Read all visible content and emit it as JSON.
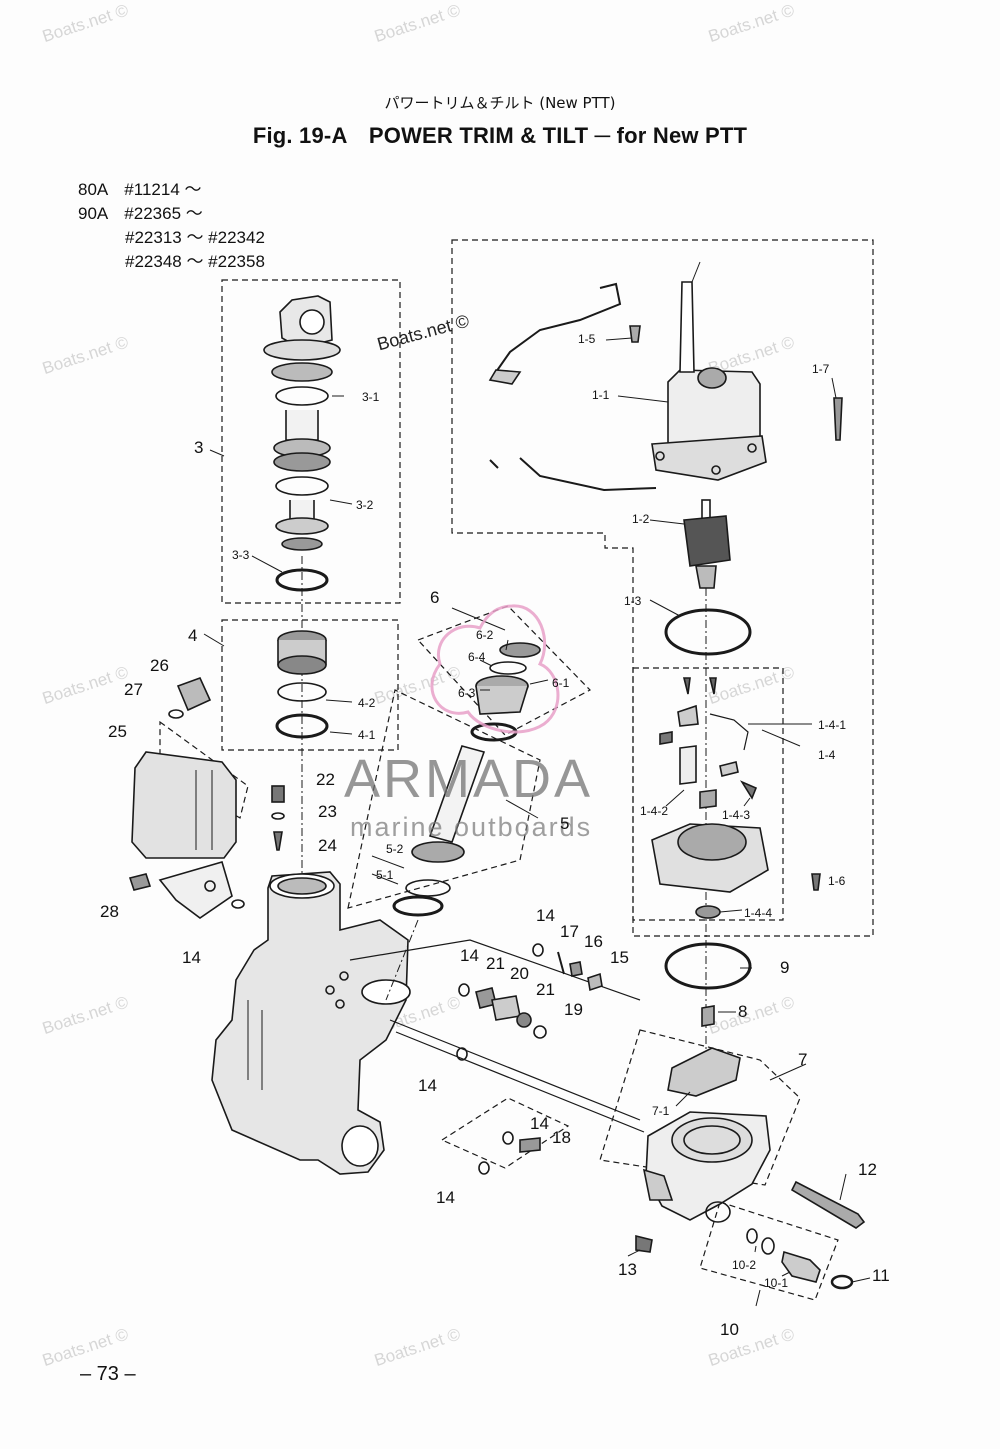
{
  "header": {
    "jp_title": "パワートリム＆チルト (New PTT)",
    "title": "Fig. 19-A　POWER TRIM & TILT ─ for New PTT"
  },
  "serials": [
    "80A　#11214 ～",
    "90A　#22365 ～",
    "#22313 ～ #22342",
    "#22348 ～ #22358"
  ],
  "labels": {
    "l3": "3",
    "l3_1": "3-1",
    "l3_2": "3-2",
    "l3_3": "3-3",
    "l4": "4",
    "l4_1": "4-1",
    "l4_2": "4-2",
    "l5": "5",
    "l5_1": "5-1",
    "l5_2": "5-2",
    "l6": "6",
    "l6_1": "6-1",
    "l6_2": "6-2",
    "l6_3": "6-3",
    "l6_4": "6-4",
    "l1_1": "1-1",
    "l1_2": "1-2",
    "l1_3": "1-3",
    "l1_4": "1-4",
    "l1_4_1": "1-4-1",
    "l1_4_2": "1-4-2",
    "l1_4_3": "1-4-3",
    "l1_4_4": "1-4-4",
    "l1_5": "1-5",
    "l1_6": "1-6",
    "l1_7": "1-7",
    "l7": "7",
    "l7_1": "7-1",
    "l8": "8",
    "l9": "9",
    "l10": "10",
    "l10_1": "10-1",
    "l10_2": "10-2",
    "l11": "11",
    "l12": "12",
    "l13": "13",
    "l14a": "14",
    "l14b": "14",
    "l14c": "14",
    "l14d": "14",
    "l14e": "14",
    "l14f": "14",
    "l15": "15",
    "l16": "16",
    "l17": "17",
    "l18": "18",
    "l19": "19",
    "l20": "20",
    "l21a": "21",
    "l21b": "21",
    "l22": "22",
    "l23": "23",
    "l24": "24",
    "l25": "25",
    "l26": "26",
    "l27": "27",
    "l28": "28"
  },
  "watermark": {
    "boats": "Boats.net ©",
    "brand": "ARMADA",
    "brand_sub": "marine outboards"
  },
  "footer": {
    "page_number": "– 73 –"
  },
  "colors": {
    "ink": "#1a1a1a",
    "watermark_gray": "#d6d6d6",
    "brand_pink": "#e8a0c8",
    "brand_gray": "#6f6f6f"
  }
}
